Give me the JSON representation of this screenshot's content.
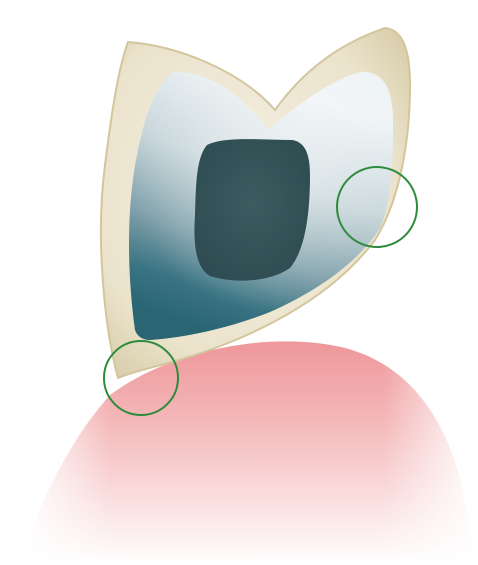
{
  "illustration": {
    "subject": "tooth-cross-section-on-gum",
    "colors": {
      "background": "#ffffff",
      "enamel_outer": "#efe8d6",
      "enamel_rim": "#d9cfae",
      "dentin_light": "#e7eef1",
      "dentin_mid": "#9fb5bd",
      "dentin_dark": "#2f6877",
      "pulp": "#355459",
      "gum_top": "#ef9ea1",
      "gum_mid": "#f6c2c3",
      "highlight_circle": "#2e8b3c"
    },
    "markers": [
      {
        "name": "margin-marker-right",
        "shape": "circle"
      },
      {
        "name": "margin-marker-left",
        "shape": "circle"
      }
    ]
  }
}
